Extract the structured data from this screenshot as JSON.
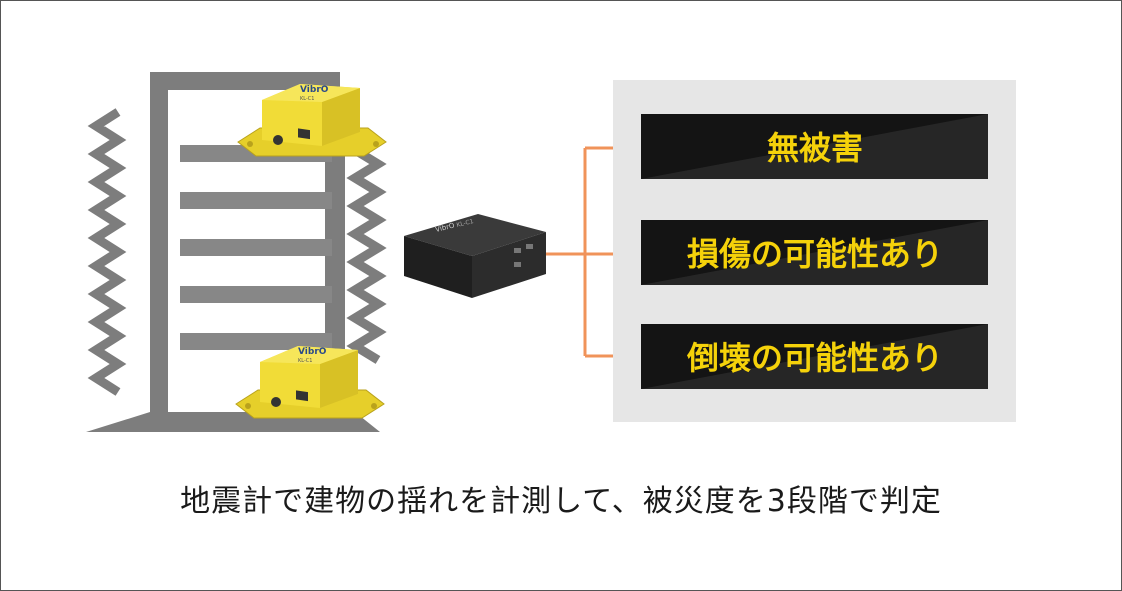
{
  "colors": {
    "building": "#7d7d7d",
    "building_dark": "#5e5e5e",
    "window_bar": "#878787",
    "sensor_yellow": "#f1dc37",
    "sensor_shadow": "#c9b21f",
    "controller": "#2c2c2c",
    "arrow": "#f0935a",
    "panel_bg": "#e6e6e6",
    "result_bg": "#141414",
    "result_text": "#f5d20a"
  },
  "icons": {
    "building": "building-icon",
    "sensor_top": "seismometer-sensor-icon",
    "sensor_bottom": "seismometer-sensor-icon",
    "controller": "judgment-controller-icon"
  },
  "sensor": {
    "brand": "VibrO",
    "model": "KL-C1"
  },
  "controller": {
    "brand": "VibrO",
    "model": "KL-C1"
  },
  "results": [
    {
      "label": "無被害"
    },
    {
      "label": "損傷の可能性あり"
    },
    {
      "label": "倒壊の可能性あり"
    }
  ],
  "caption": "地震計で建物の揺れを計測して、被災度を3段階で判定"
}
